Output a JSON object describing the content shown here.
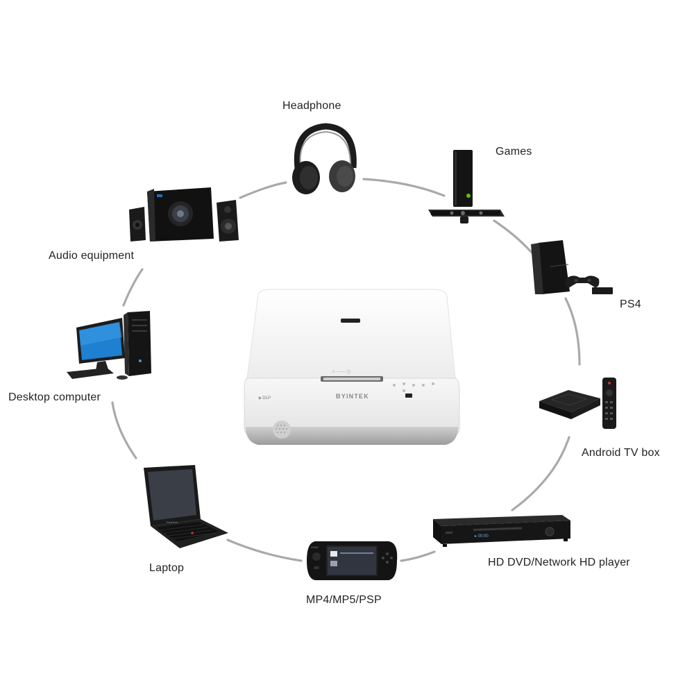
{
  "center": {
    "brand": "BYINTEK"
  },
  "devices": [
    {
      "id": "headphone",
      "label": "Headphone"
    },
    {
      "id": "games",
      "label": "Games"
    },
    {
      "id": "ps4",
      "label": "PS4"
    },
    {
      "id": "android-tv-box",
      "label": "Android TV box"
    },
    {
      "id": "hd-dvd-player",
      "label": "HD DVD/Network HD player"
    },
    {
      "id": "psp",
      "label": "MP4/MP5/PSP"
    },
    {
      "id": "laptop",
      "label": "Laptop"
    },
    {
      "id": "desktop",
      "label": "Desktop computer"
    },
    {
      "id": "audio",
      "label": "Audio equipment"
    }
  ],
  "colors": {
    "ring": "#a9a9a9",
    "label": "#222222",
    "device_dark": "#1c1c1c",
    "projector_body": "#f4f4f4",
    "monitor_blue": "#1f7fd0"
  }
}
